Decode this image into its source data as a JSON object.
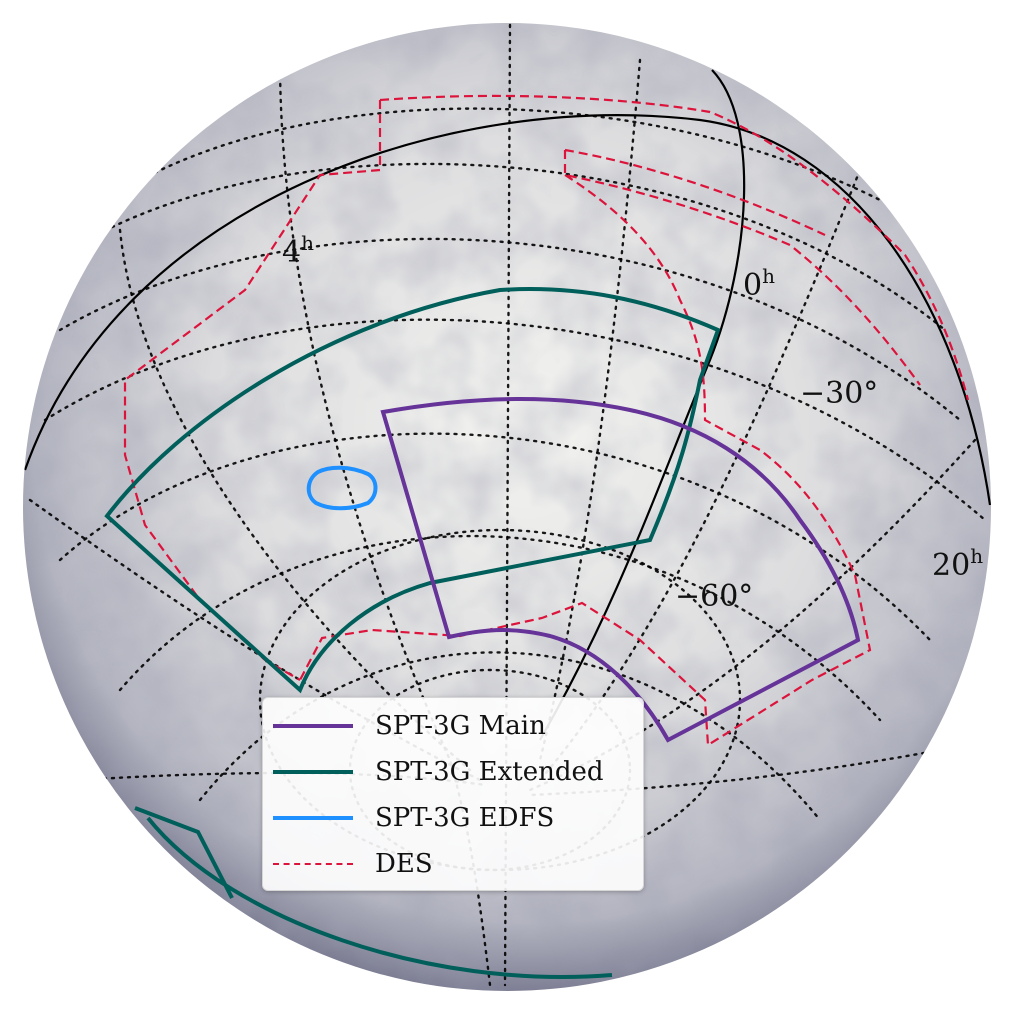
{
  "legend": {
    "main": "SPT-3G Main",
    "extended": "SPT-3G Extended",
    "edfs": "SPT-3G EDFS",
    "des": "DES"
  },
  "labels": {
    "ra_4h": "4",
    "ra_0h": "0",
    "ra_20h": "20",
    "ra_sup": "h",
    "dec_m30": "−30°",
    "dec_m60": "−60°"
  },
  "colors": {
    "main": "#663399",
    "extended": "#005f5a",
    "edfs": "#1e90ff",
    "des": "#dc143c"
  }
}
